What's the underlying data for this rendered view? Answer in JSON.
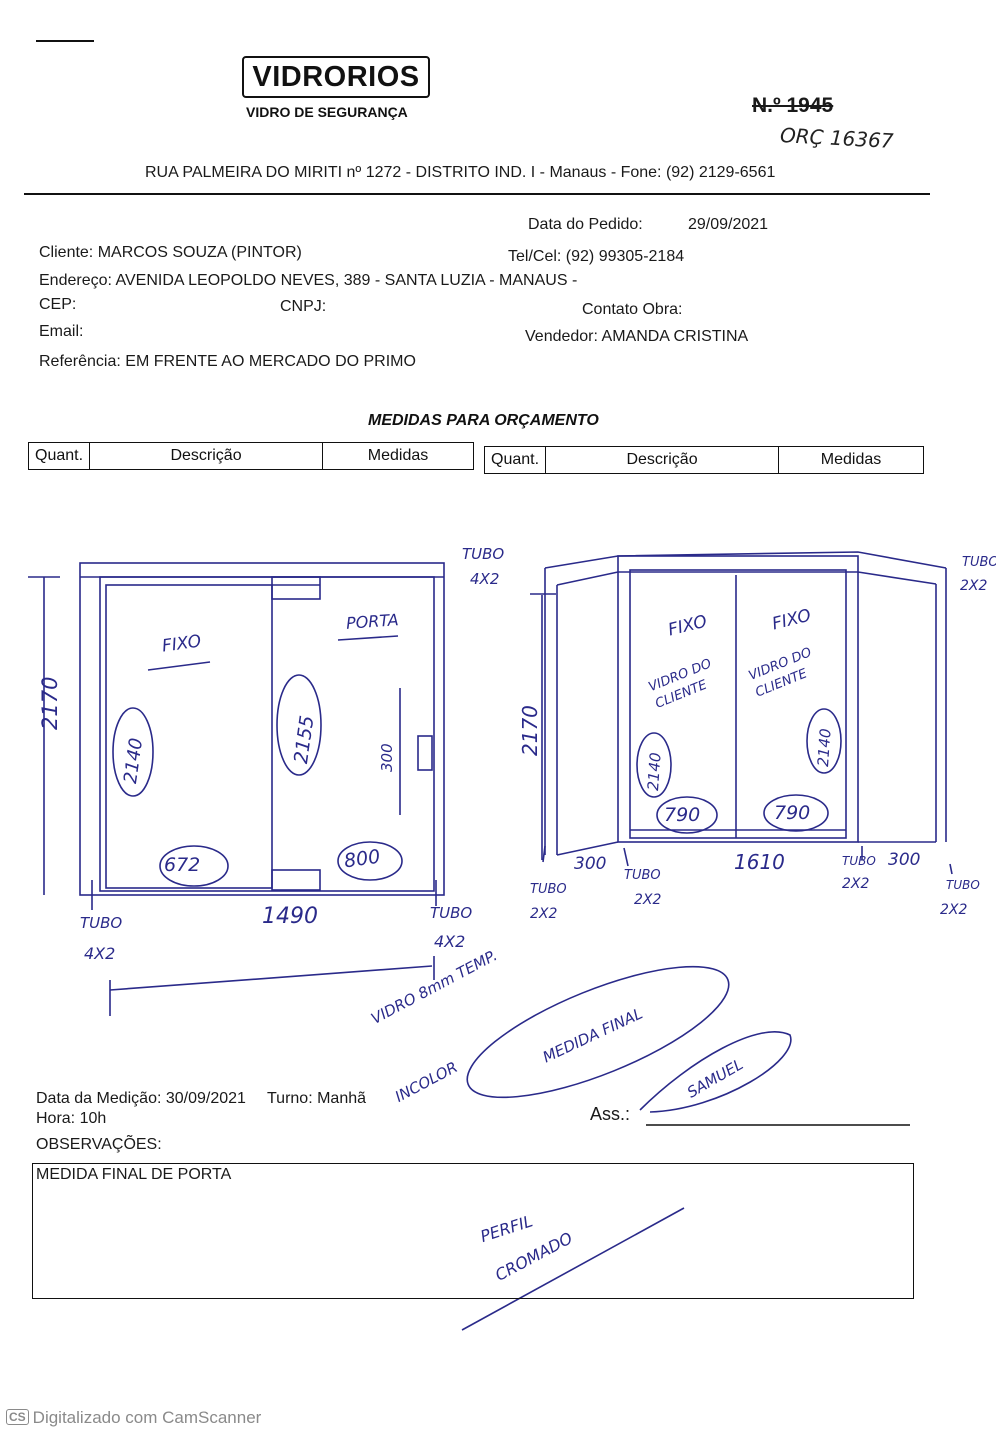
{
  "header": {
    "logo_text": "VIDRORIOS",
    "logo_subtitle": "VIDRO DE SEGURANÇA",
    "number_struck": "N.º 1945",
    "orc_handwritten": "ORÇ 16367",
    "address": "RUA PALMEIRA DO MIRITI nº 1272 - DISTRITO IND. I - Manaus - Fone: (92) 2129-6561"
  },
  "order": {
    "date_label": "Data do Pedido:",
    "date_value": "29/09/2021",
    "client": "Cliente: MARCOS SOUZA (PINTOR)",
    "phone": "Tel/Cel: (92) 99305-2184",
    "address": "Endereço: AVENIDA LEOPOLDO NEVES, 389 - SANTA LUZIA - MANAUS -",
    "cep": "CEP:",
    "cnpj": "CNPJ:",
    "contact": "Contato Obra:",
    "email": "Email:",
    "seller": "Vendedor: AMANDA CRISTINA",
    "reference": "Referência: EM FRENTE AO MERCADO DO PRIMO"
  },
  "measures": {
    "title": "MEDIDAS PARA ORÇAMENTO",
    "col_quant": "Quant.",
    "col_desc": "Descrição",
    "col_medidas": "Medidas"
  },
  "sketch_left": {
    "tubo_top": "TUBO",
    "tubo_top_size": "4X2",
    "fixo": "FIXO",
    "porta": "PORTA",
    "h_total": "2170",
    "h_fixo": "2140",
    "h_porta": "2155",
    "handle": "300",
    "w_fixo": "672",
    "w_porta": "800",
    "width_total": "1490",
    "tubo_left": "TUBO",
    "tubo_left_size": "4X2",
    "tubo_right": "TUBO",
    "tubo_right_size": "4X2"
  },
  "sketch_right": {
    "tubo_top": "TUBO",
    "tubo_top_size": "2X2",
    "h_total": "2170",
    "fixo": "FIXO",
    "vidro_cliente": "VIDRO DO CLIENTE",
    "h_glass": "2140",
    "w_glass": "790",
    "side_left": "300",
    "center": "1610",
    "side_right": "300",
    "tubo": "TUBO",
    "tubo_size": "2X2"
  },
  "handnotes": {
    "vidro": "VIDRO 8mm TEMP.",
    "incolor": "INCOLOR",
    "medida_final": "MEDIDA FINAL",
    "signature": "SAMUEL"
  },
  "measurement": {
    "date": "Data da Medição: 30/09/2021",
    "turno": "Turno: Manhã",
    "hora": "Hora: 10h",
    "ass": "Ass.:",
    "obs_label": "OBSERVAÇÕES:",
    "obs_text": "MEDIDA FINAL DE PORTA",
    "perfil": "PERFIL",
    "cromado": "CROMADO"
  },
  "footer": {
    "badge": "CS",
    "text": "Digitalizado com CamScanner"
  }
}
